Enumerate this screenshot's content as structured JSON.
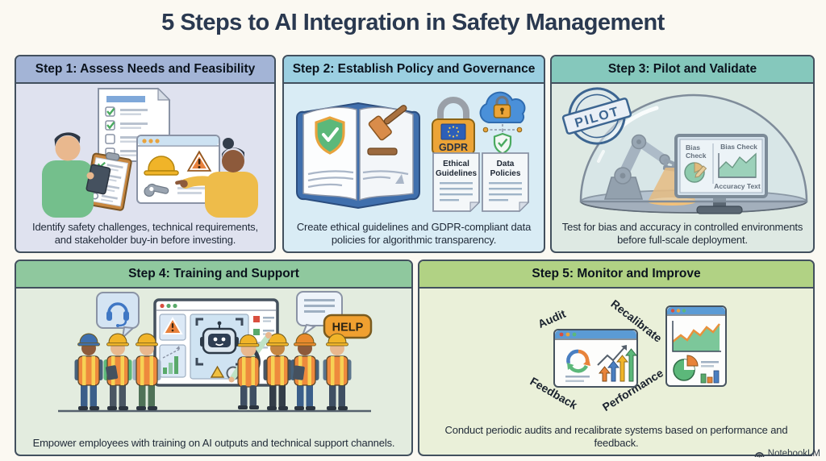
{
  "page": {
    "title": "5 Steps to AI Integration in Safety Management",
    "watermark": "NotebookLM",
    "background": "#fbf9f2",
    "title_color": "#2a3950"
  },
  "steps": [
    {
      "title": "Step 1: Assess Needs and Feasibility",
      "caption": "Identify safety challenges, technical requirements, and stakeholder buy-in before investing.",
      "colors": {
        "header_bg": "#a3b4d6",
        "body_bg": "#dfe2ef"
      }
    },
    {
      "title": "Step 2: Establish Policy and Governance",
      "caption": "Create ethical guidelines and GDPR-compliant data policies for algorithmic transparency.",
      "colors": {
        "header_bg": "#9bcfe1",
        "body_bg": "#d9ecf5"
      },
      "labels": {
        "gdpr": "GDPR",
        "doc1_l1": "Ethical",
        "doc1_l2": "Guidelines",
        "doc2_l1": "Data",
        "doc2_l2": "Policies"
      }
    },
    {
      "title": "Step 3: Pilot and Validate",
      "caption": "Test for bias and accuracy in controlled environments before full-scale deployment.",
      "colors": {
        "header_bg": "#85c8bc",
        "body_bg": "#dee9e3"
      },
      "labels": {
        "stamp": "PILOT",
        "bias_left_l1": "Bias",
        "bias_left_l2": "Check",
        "bias_right": "Bias Check",
        "accuracy": "Accuracy Text"
      }
    },
    {
      "title": "Step 4: Training and Support",
      "caption": "Empower employees with training on AI outputs and technical support channels.",
      "colors": {
        "header_bg": "#8fc89e",
        "body_bg": "#e3ecdf"
      },
      "labels": {
        "help": "HELP"
      }
    },
    {
      "title": "Step 5: Monitor and Improve",
      "caption": "Conduct periodic audits and recalibrate systems based on performance and feedback.",
      "colors": {
        "header_bg": "#b1d284",
        "body_bg": "#eaf0d9"
      },
      "labels": {
        "audit": "Audit",
        "recalibrate": "Recalibrate",
        "feedback": "Feedback",
        "performance": "Performance"
      }
    }
  ]
}
